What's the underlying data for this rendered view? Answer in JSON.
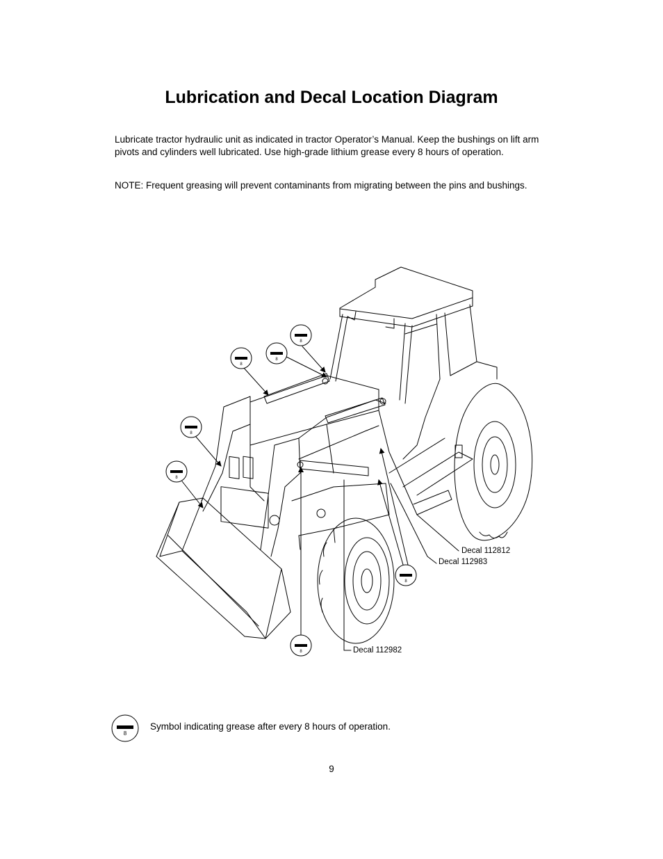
{
  "page": {
    "title": "Lubrication and Decal Location Diagram",
    "paragraph1": "Lubricate tractor hydraulic unit as indicated in tractor Operator’s Manual.  Keep the bushings on lift arm pivots and cylinders well lubricated.  Use high-grade lithium grease every 8 hours of operation.",
    "paragraph2": "NOTE:  Frequent greasing will prevent contaminants from migrating between the pins and bushings.",
    "page_number": "9"
  },
  "diagram": {
    "decals": [
      {
        "label": "Decal 112812"
      },
      {
        "label": "Decal 112983"
      },
      {
        "label": "Decal 112982"
      }
    ],
    "grease_symbol_number": "8"
  },
  "legend": {
    "symbol_number": "8",
    "text": "Symbol indicating grease after every 8 hours of operation."
  }
}
